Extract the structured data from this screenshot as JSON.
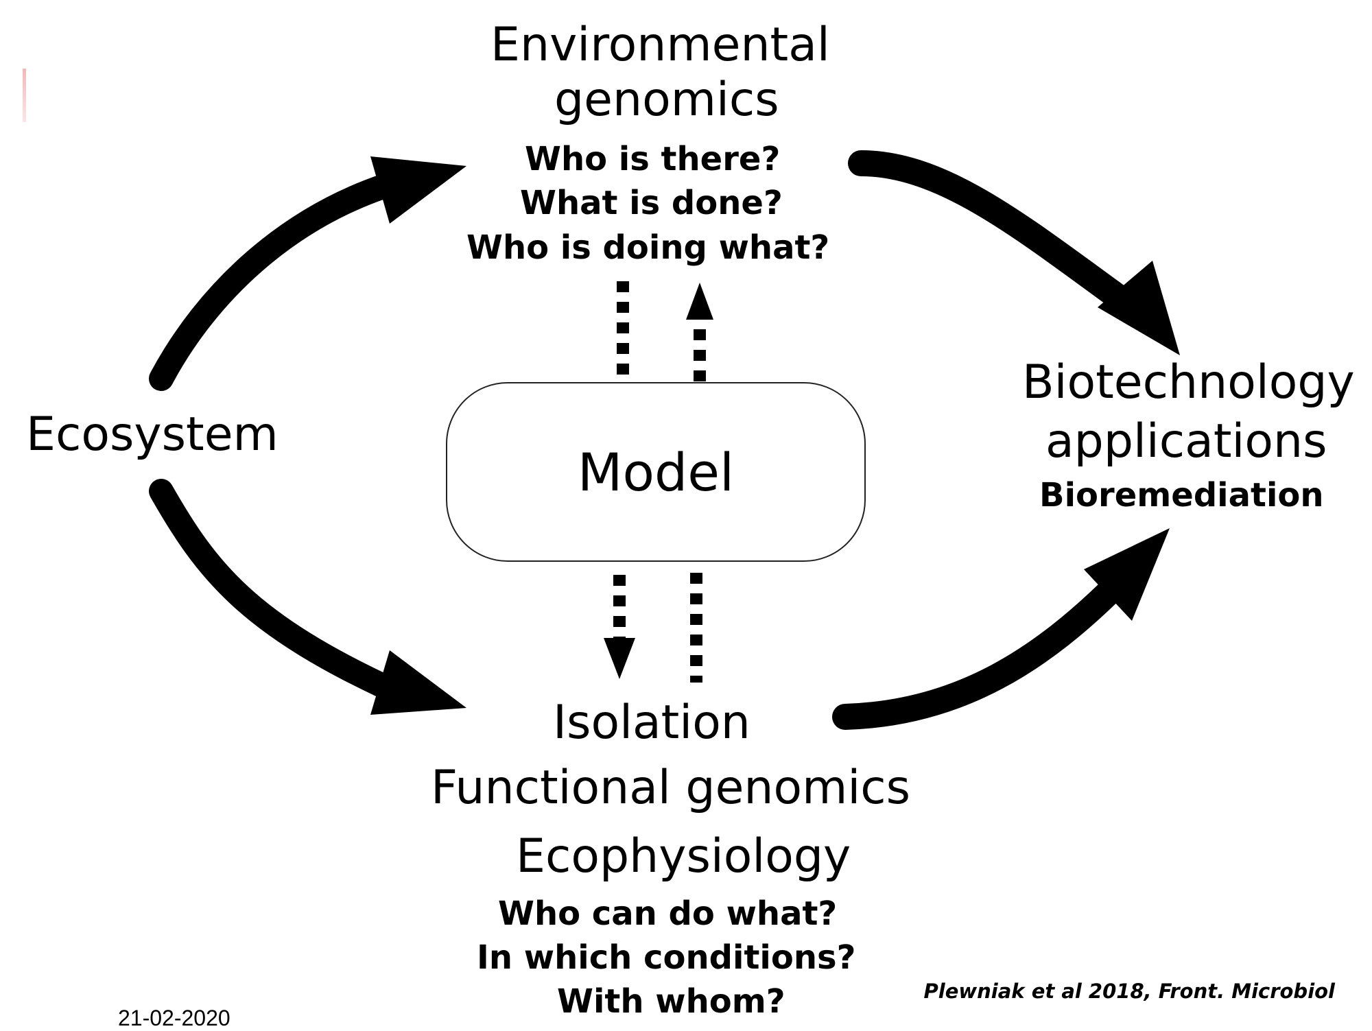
{
  "top": {
    "title_line1": "Environmental",
    "title_line2": "genomics",
    "questions": [
      "Who is there?",
      "What is done?",
      "Who is doing what?"
    ]
  },
  "left": {
    "label": "Ecosystem"
  },
  "center": {
    "label": "Model"
  },
  "right": {
    "title_line1": "Biotechnology",
    "title_line2": "applications",
    "subtitle": "Bioremediation"
  },
  "bottom": {
    "lines": [
      "Isolation",
      "Functional genomics",
      "Ecophysiology"
    ],
    "questions": [
      "Who can do what?",
      "In which conditions?",
      "With whom?"
    ]
  },
  "footer": {
    "citation": "Plewniak et al 2018, Front. Microbiol",
    "date": "21-02-2020"
  },
  "colors": {
    "arrow": "#000000",
    "accent_mark": "#f3b8b8"
  }
}
